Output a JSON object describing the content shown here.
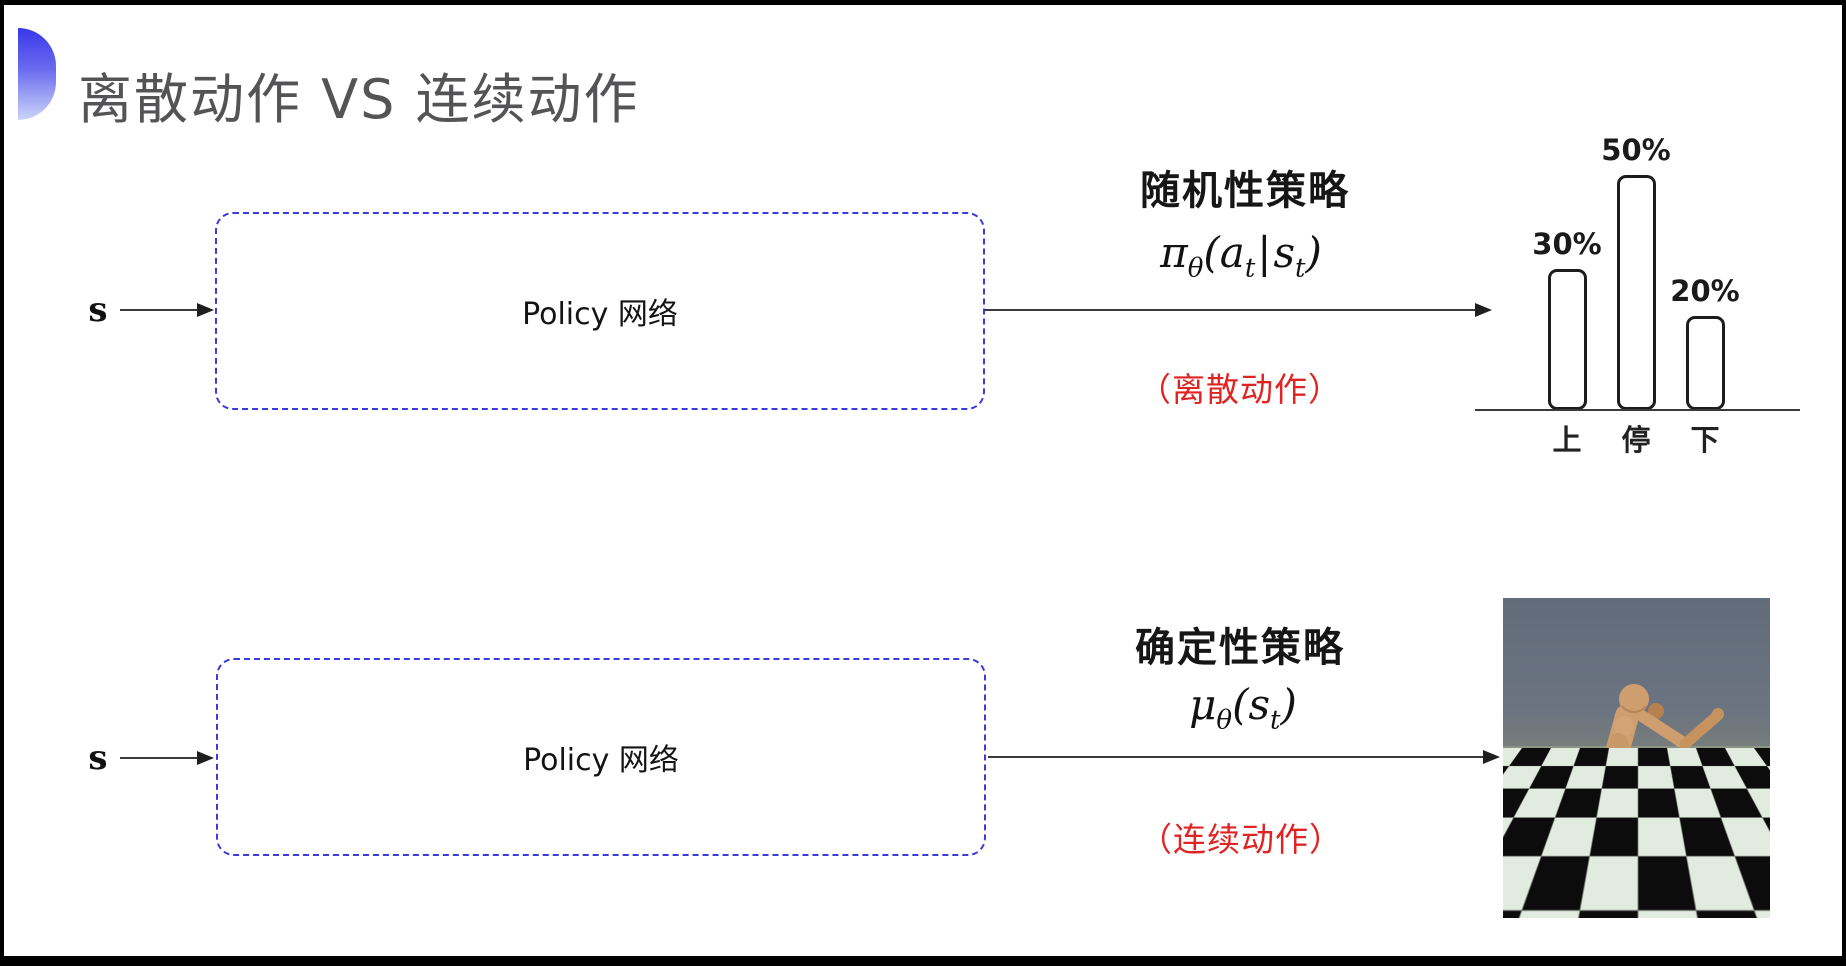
{
  "slide": {
    "title": "离散动作 VS 连续动作"
  },
  "colors": {
    "dashed_box_blue": "#3b3bd8",
    "icon_gradient_top": "#3838ea",
    "icon_gradient_bottom": "#ccd5f8",
    "title_gray": "#545457",
    "highlight_red": "#e02424",
    "line_color": "#3a3a3a",
    "bar_outline": "#1c1c1c"
  },
  "top_row": {
    "input_label": "s",
    "box_label": "Policy 网络",
    "policy_title": "随机性策略",
    "formula": {
      "symbol": "π",
      "sub": "θ",
      "open": "(",
      "arg1": "a",
      "arg1_sub": "t",
      "bar": "|",
      "arg2": "s",
      "arg2_sub": "t",
      "close": ")"
    },
    "action_type": "（离散动作）"
  },
  "bottom_row": {
    "input_label": "s",
    "box_label": "Policy 网络",
    "policy_title": "确定性策略",
    "formula": {
      "symbol": "μ",
      "sub": "θ",
      "open": "(",
      "arg1": "s",
      "arg1_sub": "t",
      "close": ")"
    },
    "action_type": "（连续动作）"
  },
  "chart_data": {
    "type": "bar",
    "title": "",
    "xlabel": "",
    "ylabel": "",
    "categories": [
      "上",
      "停",
      "下"
    ],
    "values": [
      30,
      50,
      20
    ],
    "data_labels": [
      "30%",
      "50%",
      "20%"
    ],
    "ylim": [
      0,
      55
    ],
    "grid": false,
    "style": "outlined white rounded bars above a single baseline, value labels on top, category labels below"
  },
  "illustration": {
    "name": "humanoid-robot-simulation",
    "content": "tan humanoid figure running on black-and-white checkered floor under gray sky"
  }
}
